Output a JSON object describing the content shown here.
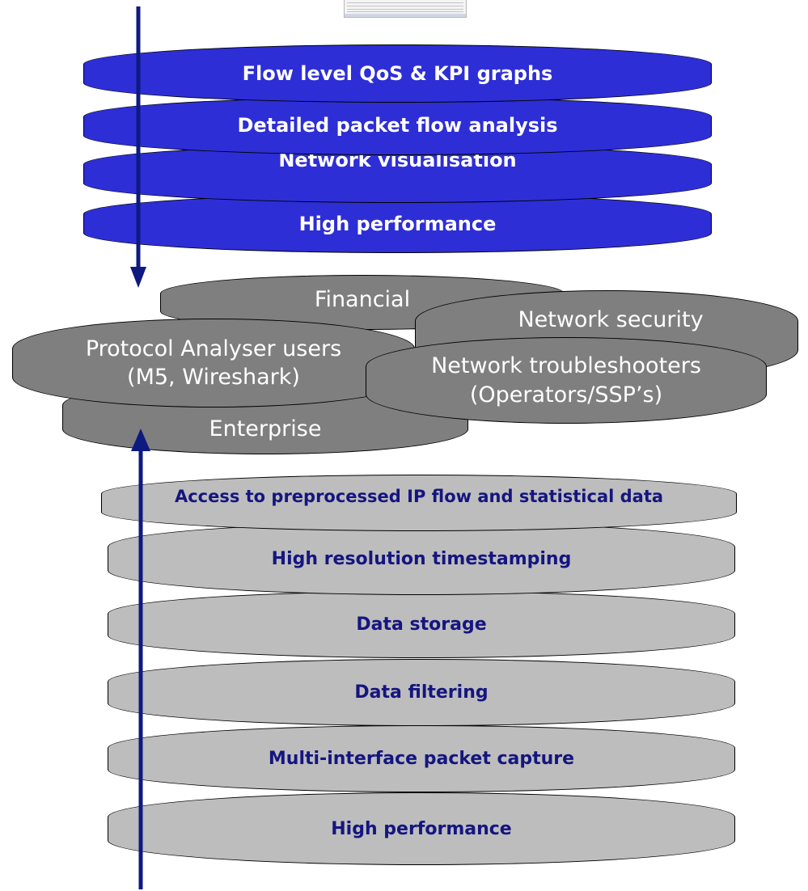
{
  "upper_stack": {
    "layers": [
      "Flow level QoS & KPI graphs",
      "Detailed packet flow analysis",
      "Network visualisation",
      "High performance"
    ]
  },
  "users": {
    "financial": "Financial",
    "network_security": "Network security",
    "enterprise": "Enterprise",
    "protocol_analyser": [
      "Protocol Analyser users",
      "(M5, Wireshark)"
    ],
    "troubleshooters": [
      "Network troubleshooters",
      "(Operators/SSP’s)"
    ]
  },
  "lower_stack": {
    "layers": [
      "Access to preprocessed IP flow and statistical data",
      "High resolution timestamping",
      "Data storage",
      "Data filtering",
      "Multi-interface packet capture",
      "High performance"
    ]
  },
  "colors": {
    "upper_fill": "#2e2ed6",
    "user_fill": "#7f7f7f",
    "lower_fill": "#bdbdbd",
    "lower_text": "#151580",
    "arrow": "#0d1a80"
  }
}
